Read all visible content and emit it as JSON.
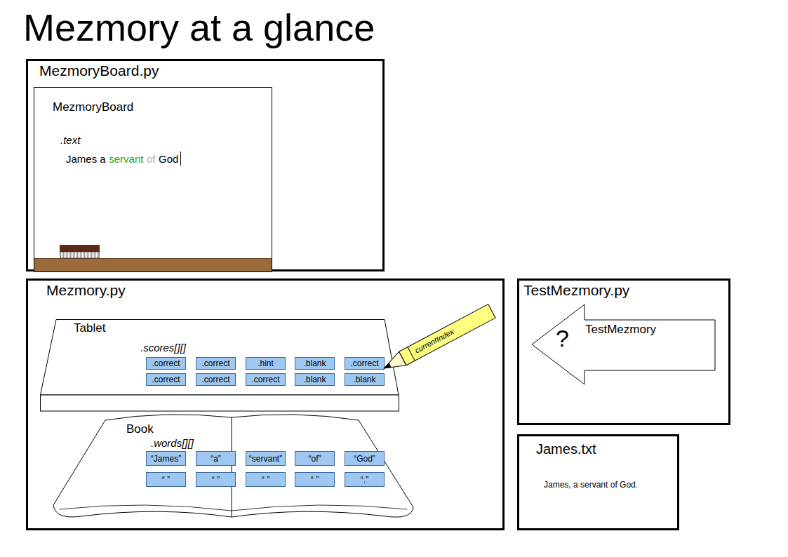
{
  "diagram": {
    "title": "Mezmory at a glance",
    "nodes": [
      {
        "text": [
          "MezmoryBoard.py"
        ]
      },
      {
        "text": [
          "MezmoryBoard",
          ".text",
          "James a",
          "servant",
          "of",
          "God"
        ],
        "in": 0
      },
      {
        "text": [
          "Mezmory.py"
        ]
      },
      {
        "text": [
          "Tablet",
          ".scores[][]"
        ],
        "in": 2
      },
      {
        "text": [
          ".correct"
        ],
        "in": 3
      },
      {
        "text": [
          ".correct"
        ],
        "in": 3
      },
      {
        "text": [
          ".hint"
        ],
        "in": 3
      },
      {
        "text": [
          ".blank"
        ],
        "in": 3
      },
      {
        "text": [
          ".correct"
        ],
        "in": 3
      },
      {
        "text": [
          ".correct"
        ],
        "in": 3
      },
      {
        "text": [
          ".correct"
        ],
        "in": 3
      },
      {
        "text": [
          ".correct"
        ],
        "in": 3
      },
      {
        "text": [
          ".blank"
        ],
        "in": 3
      },
      {
        "text": [
          ".blank"
        ],
        "in": 3
      },
      {
        "text": [
          ".currentIndex"
        ],
        "in": 2
      },
      {
        "text": [
          "Book",
          ".words[][]"
        ],
        "in": 2
      },
      {
        "text": [
          "“James”"
        ],
        "in": 15
      },
      {
        "text": [
          "“a”"
        ],
        "in": 15
      },
      {
        "text": [
          "“servant”"
        ],
        "in": 15
      },
      {
        "text": [
          "“of”"
        ],
        "in": 15
      },
      {
        "text": [
          "“God”"
        ],
        "in": 15
      },
      {
        "text": [
          "“ ”"
        ],
        "in": 15
      },
      {
        "text": [
          "“ ”"
        ],
        "in": 15
      },
      {
        "text": [
          "“ ”"
        ],
        "in": 15
      },
      {
        "text": [
          "“ ”"
        ],
        "in": 15
      },
      {
        "text": [
          "“.”"
        ],
        "in": 15
      },
      {
        "text": [
          "TestMezmory.py"
        ]
      },
      {
        "text": [
          "?",
          "TestMezmory"
        ],
        "in": 26
      },
      {
        "text": [
          "James.txt",
          "James, a servant of God."
        ]
      }
    ]
  }
}
